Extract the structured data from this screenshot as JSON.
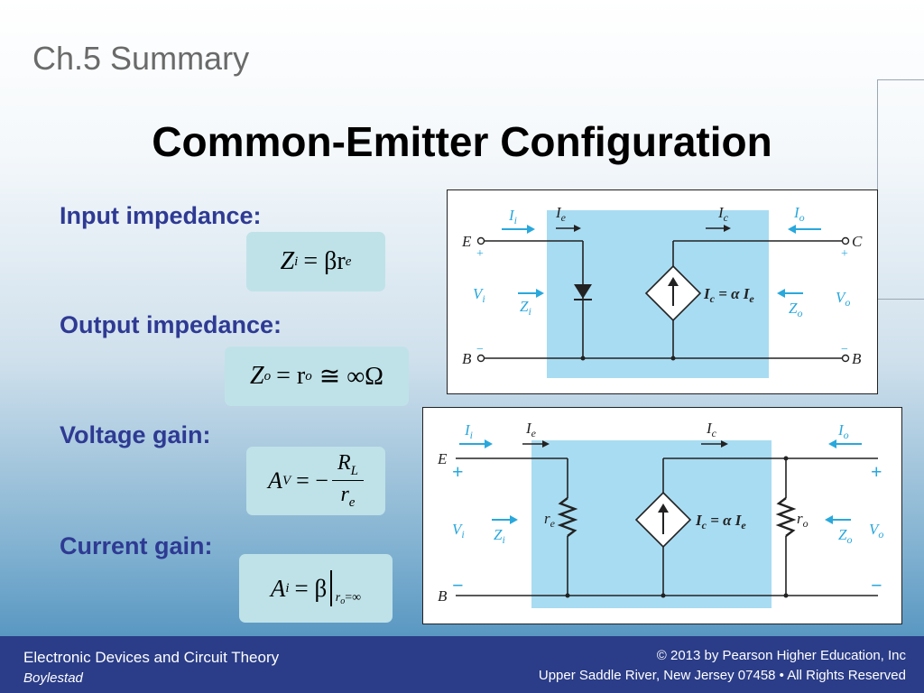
{
  "header": {
    "chapter": "Ch.5 Summary",
    "title": "Common-Emitter Configuration"
  },
  "sections": [
    {
      "label": "Input impedance:",
      "formula": {
        "lhs": "Z",
        "lhs_sub": "i",
        "rhs": "= βr",
        "rhs_sub": "e"
      }
    },
    {
      "label": "Output impedance:",
      "formula": {
        "lhs": "Z",
        "lhs_sub": "o",
        "rhs": "= r",
        "rhs_sub": "o",
        "tail": "≅ ∞Ω"
      }
    },
    {
      "label": "Voltage gain:",
      "formula": {
        "lhs": "A",
        "lhs_sub": "V",
        "rhs": "= −",
        "num": "R",
        "num_sub": "L",
        "den": "r",
        "den_sub": "e"
      }
    },
    {
      "label": "Current gain:",
      "formula": {
        "lhs": "A",
        "lhs_sub": "i",
        "rhs": "= β",
        "cond": "r",
        "cond_sub": "o",
        "cond_tail": "=∞"
      }
    }
  ],
  "diagram1": {
    "labels": {
      "ii": "I",
      "ii_sub": "i",
      "ie": "I",
      "ie_sub": "e",
      "ic": "I",
      "ic_sub": "c",
      "io": "I",
      "io_sub": "o",
      "e": "E",
      "c": "C",
      "b_left": "B",
      "b_right": "B",
      "vi": "V",
      "vi_sub": "i",
      "vo": "V",
      "vo_sub": "o",
      "zi": "Z",
      "zi_sub": "i",
      "zo": "Z",
      "zo_sub": "o",
      "eq": "I",
      "eq_sub": "c",
      "eq_mid": " = α I",
      "eq_sub2": "e",
      "plus": "+",
      "minus": "−"
    }
  },
  "diagram2": {
    "labels": {
      "ii": "I",
      "ii_sub": "i",
      "ie": "I",
      "ie_sub": "e",
      "ic": "I",
      "ic_sub": "c",
      "io": "I",
      "io_sub": "o",
      "e": "E",
      "b": "B",
      "vi": "V",
      "vi_sub": "i",
      "vo": "V",
      "vo_sub": "o",
      "zi": "Z",
      "zi_sub": "i",
      "zo": "Z",
      "zo_sub": "o",
      "re": "r",
      "re_sub": "e",
      "ro": "r",
      "ro_sub": "o",
      "eq": "I",
      "eq_sub": "c",
      "eq_mid": " = α I",
      "eq_sub2": "e",
      "plus": "+",
      "minus": "−"
    }
  },
  "footer": {
    "book": "Electronic Devices and Circuit Theory",
    "author": "Boylestad",
    "copyright": "© 2013 by Pearson Higher Education, Inc",
    "address": "Upper Saddle River, New Jersey 07458 • All Rights Reserved"
  },
  "colors": {
    "accent": "#2e3a93",
    "footer": "#2b3d88",
    "formula_bg": "#bfe2e8",
    "circuit_fill": "#a8dcf2",
    "arrow": "#29a8dc"
  }
}
